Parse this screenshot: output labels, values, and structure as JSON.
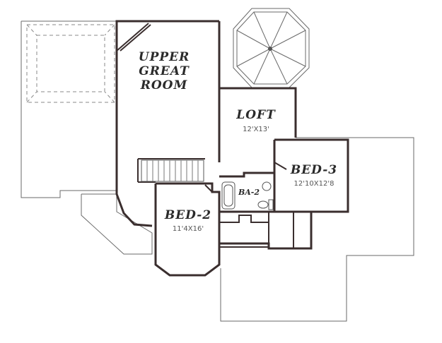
{
  "rooms": {
    "upper_great_room": {
      "line1": "UPPER",
      "line2": "GREAT",
      "line3": "ROOM"
    },
    "loft": {
      "name": "LOFT",
      "dims": "12'X13'"
    },
    "bed3": {
      "name": "BED-3",
      "dims": "12'10X12'8"
    },
    "bed2": {
      "name": "BED-2",
      "dims": "11'4X16'"
    },
    "bath2": {
      "name": "BA-2"
    }
  },
  "colors": {
    "wall": "#3a2e2e",
    "outline": "#6a6a6a"
  }
}
